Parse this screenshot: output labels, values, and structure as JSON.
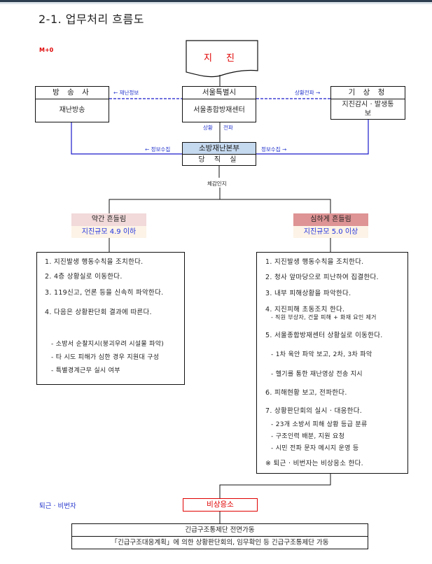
{
  "header": {
    "title": "2-1. 업무처리 흐름도",
    "time_marker": "M+0"
  },
  "start": {
    "label": "지 진",
    "color": "#e00000"
  },
  "nodes": {
    "broadcaster": {
      "title": "방 송 사",
      "body": "재난방송"
    },
    "seoul": {
      "title": "서울특별시",
      "body": "서울종합방재센터"
    },
    "kma": {
      "title": "기 상 청",
      "body_line1": "지진감시 · 발생통",
      "body_line2": "보"
    },
    "fire_hq": {
      "title": "소방재난본부",
      "body": "당 직 실",
      "header_color": "#c5d9ef"
    }
  },
  "edge_labels": {
    "disaster_info": "← 재난정보",
    "situation_propagation_right": "상황전파 →",
    "situation": "상황",
    "propagation": "전파",
    "info_collect_left": "← 정보수집",
    "info_collect_right": "정보수집 →",
    "sensing": "체감인지"
  },
  "branches": {
    "mild": {
      "title": "약간 흔들림",
      "magnitude": "지진규모 4.9 이하",
      "title_color": "#f2d9da",
      "items": [
        "1. 지진발생 행동수칙을 조치한다.",
        "2. 4층 상황실로 이동한다.",
        "3. 119신고, 언론 등을 신속히 파악한다.",
        "4. 다음은 상황판단회 결과에 따른다."
      ],
      "sub_items": [
        "- 소방서 순찰지시(붕괴우려 시설물 파악)",
        "- 타 시도 피해가 심한 경우 지원대 구성",
        "- 특별경계근무 실시 여부"
      ]
    },
    "severe": {
      "title": "심하게 흔들림",
      "magnitude": "지진규모 5.0 이상",
      "title_color": "#de9394",
      "items": [
        "1. 지진발생 행동수칙을 조치한다.",
        "2. 청사 앞마당으로 피난하여 집결한다.",
        "3. 내부 피해상황을 파악한다.",
        "4. 지진피해 초동조치 한다.",
        "- 직원 부상자, 건물 피해 + 화재 요인 제거",
        "5. 서울종합방재센터 상황실로 이동한다.",
        "- 1차 육안 파악 보고, 2차, 3차 파악",
        "- 헬기를 통한 재난영상 전송 지시",
        "6. 피해현황 보고, 전파한다.",
        "7. 상황판단회의 실시 · 대응한다.",
        "- 23개 소방서 피해 상황 등급 분류",
        "- 구조인력 배분, 지원 요청",
        "- 시민 전파 문자 메시지 운영 등",
        "※ 퇴근 · 비번자는 비상응소 한다."
      ]
    }
  },
  "emergency": {
    "side_label": "퇴근 · 비번자",
    "label": "비상응소"
  },
  "final": {
    "title": "긴급구조통제단 전면가동",
    "body": "「긴급구조대응계획」에 의한 상황판단회의, 임무확인 등 긴급구조통제단 가동"
  },
  "colors": {
    "line_blue": "#1a1acc",
    "text_blue": "#2233cc",
    "alert_red": "#e00000"
  }
}
